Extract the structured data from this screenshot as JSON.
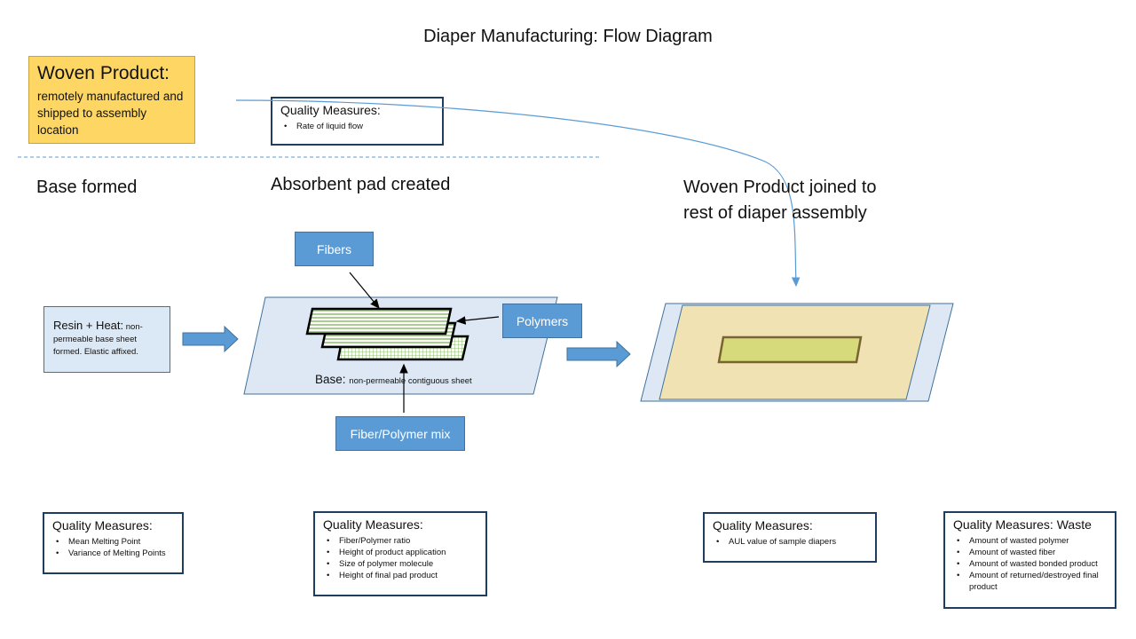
{
  "title": "Diaper Manufacturing:  Flow Diagram",
  "woven": {
    "title": "Woven Product:",
    "desc": "remotely manufactured and shipped to assembly location"
  },
  "qm_top": {
    "title": "Quality Measures:",
    "items": [
      "Rate of liquid flow"
    ]
  },
  "steps": {
    "base": "Base formed",
    "pad": "Absorbent pad created",
    "join_line1": "Woven Product joined to",
    "join_line2": "rest of diaper assembly"
  },
  "inputs": {
    "fibers": "Fibers",
    "polymers": "Polymers",
    "mix": "Fiber/Polymer  mix"
  },
  "resin": {
    "title": "Resin + Heat:",
    "desc": "non-permeable base sheet formed.  Elastic affixed."
  },
  "base_sheet": {
    "title": "Base:",
    "desc": "non-permeable contiguous sheet"
  },
  "qm_bottom": [
    {
      "title": "Quality Measures:",
      "items": [
        "Mean Melting Point",
        "Variance of Melting Points"
      ]
    },
    {
      "title": "Quality Measures:",
      "items": [
        "Fiber/Polymer ratio",
        "Height of product application",
        "Size of polymer molecule",
        "Height of final pad product"
      ]
    },
    {
      "title": "Quality Measures:",
      "items": [
        "AUL value of sample diapers"
      ]
    },
    {
      "title": "Quality Measures:  Waste",
      "items": [
        "Amount of wasted polymer",
        "Amount of wasted fiber",
        "Amount of wasted bonded product",
        "Amount of returned/destroyed final product"
      ]
    }
  ],
  "colors": {
    "accent_blue": "#5b9bd5",
    "dark_blue": "#1f3e5f",
    "woven_yellow": "#fdd663",
    "pad_green": "#d6da7a",
    "tan": "#f1e2b4"
  }
}
